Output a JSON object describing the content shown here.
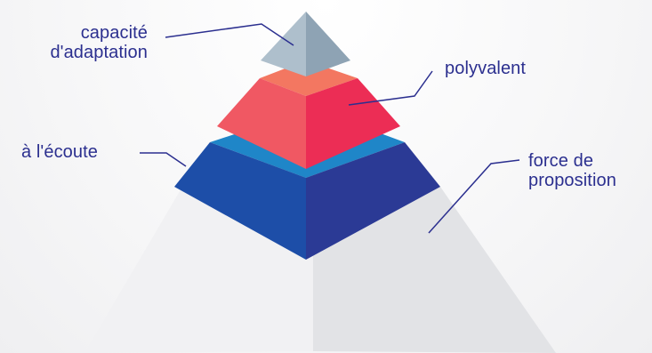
{
  "labels": {
    "capacite_line1": "capacité",
    "capacite_line2": "d'adaptation",
    "polyvalent": "polyvalent",
    "ecoute": "à l'écoute",
    "force_line1": "force de",
    "force_line2": "proposition"
  },
  "colors": {
    "label_text": "#2b2f8f",
    "leader_line": "#2b2f8f",
    "tier_top": "#a9bccb",
    "tier_second": "#ee3a55",
    "tier_third": "#2a3c9a",
    "tier_base": "#e4e5e8"
  }
}
